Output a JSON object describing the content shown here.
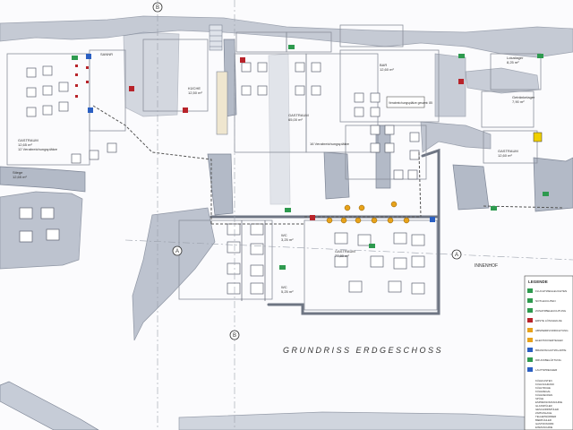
{
  "plan": {
    "title": "GRUNDRISS ERDGESCHOSS",
    "courtyard_label": "INNENHOF",
    "section_markers": [
      "A",
      "A",
      "B",
      "B"
    ],
    "rooms": [
      {
        "id": "r1",
        "name": "GASTRAUM",
        "area": "12,65 m²"
      },
      {
        "id": "r2",
        "name": "SANNR",
        "area": ""
      },
      {
        "id": "r3",
        "name": "KÜCHE",
        "area": "12,50 m²"
      },
      {
        "id": "r4",
        "name": "GASTRAUM",
        "area": "65,00 m²"
      },
      {
        "id": "r5",
        "name": "BAR",
        "area": "12,60 m²"
      },
      {
        "id": "r6",
        "name": "GASTRAUM",
        "area": "77,80 m²"
      },
      {
        "id": "r7",
        "name": "GASTRAUM",
        "area": "12,60 m²"
      },
      {
        "id": "r8",
        "name": "Lokallager",
        "area": "8,25 m²"
      },
      {
        "id": "r9",
        "name": "Getränkelager",
        "area": "7,90 m²"
      },
      {
        "id": "r10",
        "name": "Stiege",
        "area": "12,65 m²"
      },
      {
        "id": "r11",
        "name": "WC",
        "area": "3,25 m²"
      },
      {
        "id": "r12",
        "name": "WC",
        "area": "5,25 m²"
      }
    ],
    "notes": [
      "12 Verabreichungsplätze",
      "16 Verabreichungsplätze",
      "Verabreichungsplätze gesamt: 85"
    ]
  },
  "legend": {
    "title": "LEGENDE",
    "items": [
      {
        "label": "FLUCHTWEGLEUCHTEN",
        "color": "#2e9a4f"
      },
      {
        "label": "NOTLEUCHTEN",
        "color": "#2e9a4f"
      },
      {
        "label": "ZUSATZBELEUCHTUNG",
        "color": "#2e9a4f"
      },
      {
        "label": "ERSTE LÖSCHHILFE",
        "color": "#b8232a"
      },
      {
        "label": "ABSPERRVORRICHTUNG",
        "color": "#e7a21b"
      },
      {
        "label": "ELEKTROVERTEILER",
        "color": "#e7a21b"
      },
      {
        "label": "BRANDSCHUTZKLAPPE",
        "color": "#2a5fc2"
      },
      {
        "label": "DRUCKBELÜFTUNG",
        "color": "#2e9a4f"
      },
      {
        "label": "LAUTSPRECHER",
        "color": "#2a5fc2"
      }
    ],
    "abbrev": [
      "KÜHLKASTEN",
      "KÜHLSCHRANK",
      "KÜHLTRUHE",
      "KÜHLREGAL",
      "KÜHLDECKEN",
      "SPÜLE",
      "ESPRESSOMASCHINE",
      "GLASSPÜLER",
      "GESCHIRRSPÜLER",
      "ZAPFANLAGE",
      "TELLERWÄRMER",
      "BIERKÜHLER",
      "GASTRONORM",
      "EISMASCHINE"
    ]
  },
  "colors": {
    "wall": "#aeb6c4",
    "room_line": "#8a8f9a",
    "escape": "#2e9a4f",
    "fire": "#b8232a",
    "warning": "#e7a21b",
    "info": "#2a5fc2"
  }
}
